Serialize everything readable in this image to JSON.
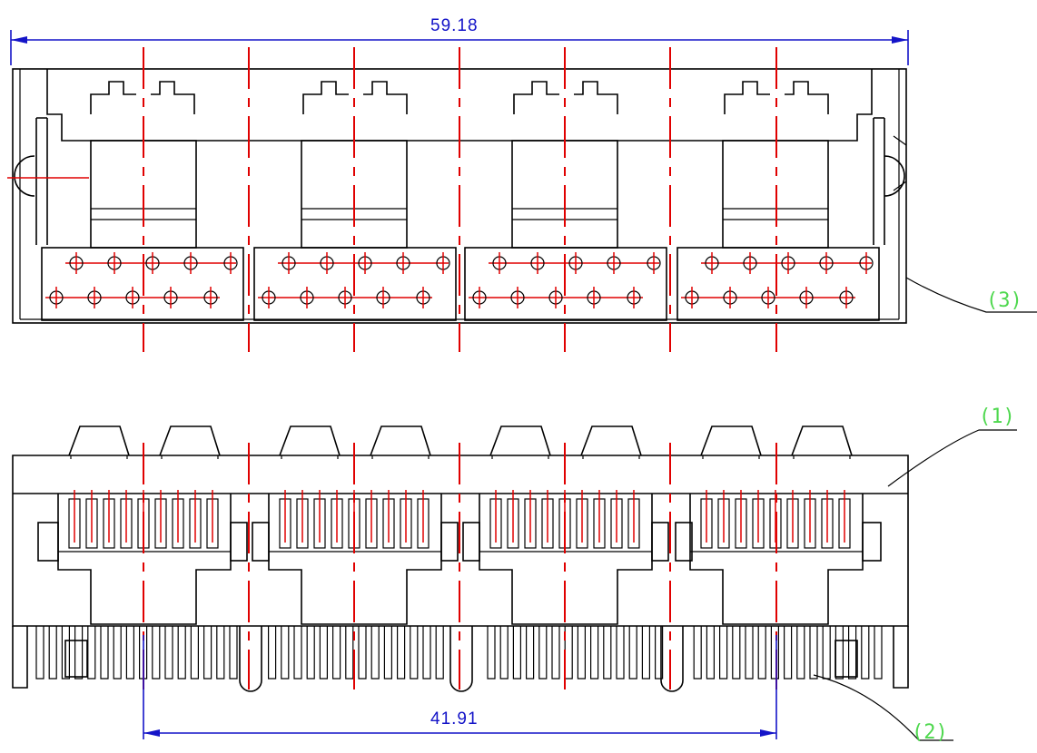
{
  "dimensions": {
    "overall_width": "59.18",
    "port_pitch_span": "41.91"
  },
  "callouts": {
    "c1": "(1)",
    "c2": "(2)",
    "c3": "(3)"
  },
  "colors": {
    "outline": "#000000",
    "centerline": "#e00000",
    "dimension": "#1414c8",
    "callout": "#4fd84f"
  }
}
